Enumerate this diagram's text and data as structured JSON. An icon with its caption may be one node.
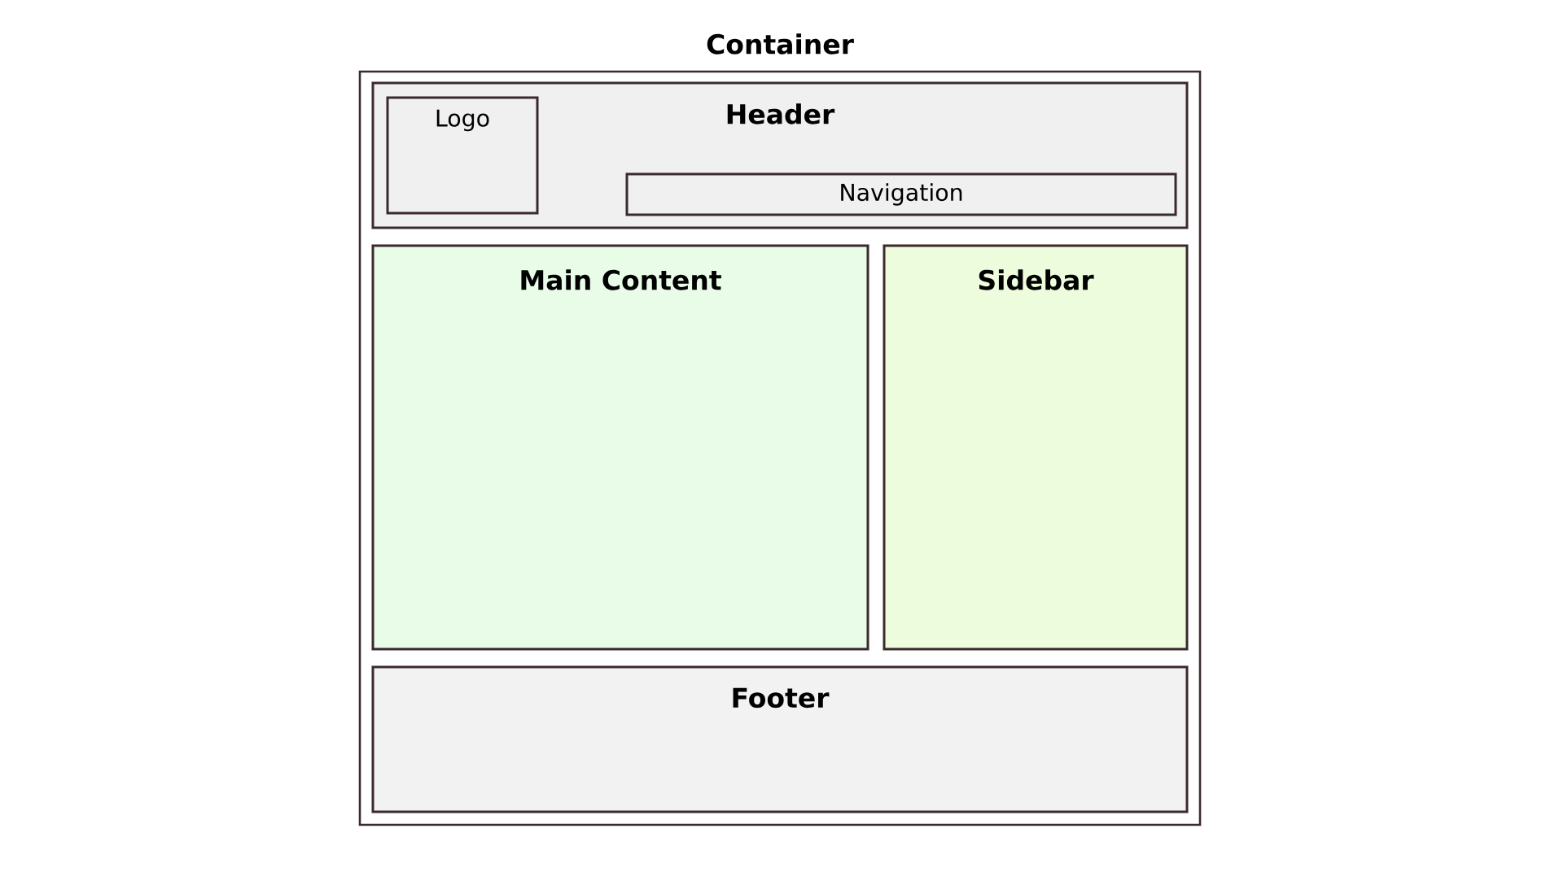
{
  "diagram": {
    "nodes": [
      {
        "text": [
          "Container"
        ]
      },
      {
        "text": [
          "Header"
        ],
        "in": 0
      },
      {
        "text": [
          "Logo"
        ],
        "in": 1
      },
      {
        "text": [
          "Navigation"
        ],
        "in": 1
      },
      {
        "text": [
          "Main Content"
        ],
        "in": 0
      },
      {
        "text": [
          "Sidebar"
        ],
        "in": 0
      },
      {
        "text": [
          "Footer"
        ],
        "in": 0
      }
    ]
  }
}
